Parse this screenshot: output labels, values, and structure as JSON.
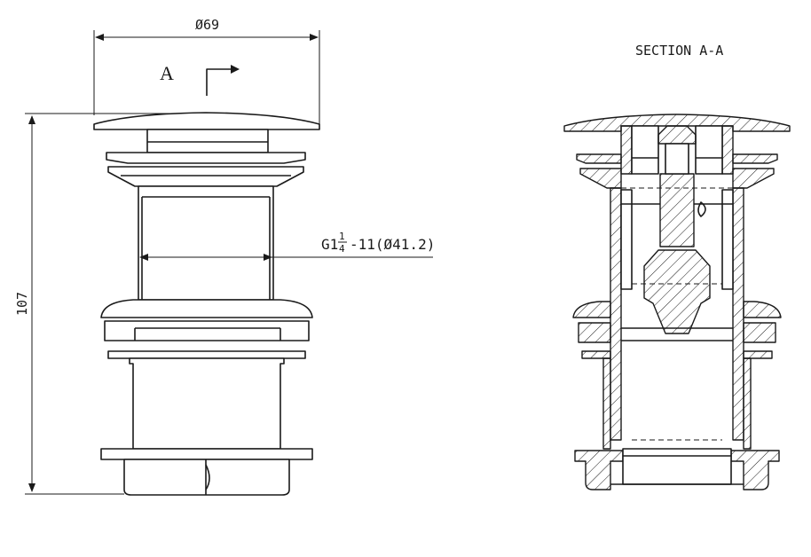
{
  "labels": {
    "top_diameter": "Ø69",
    "view_letter": "A",
    "height": "107",
    "thread_main": "G1",
    "thread_frac_num": "1",
    "thread_frac_den": "4",
    "thread_rest": "-11(Ø41.2)",
    "section_title": "SECTION A-A"
  }
}
